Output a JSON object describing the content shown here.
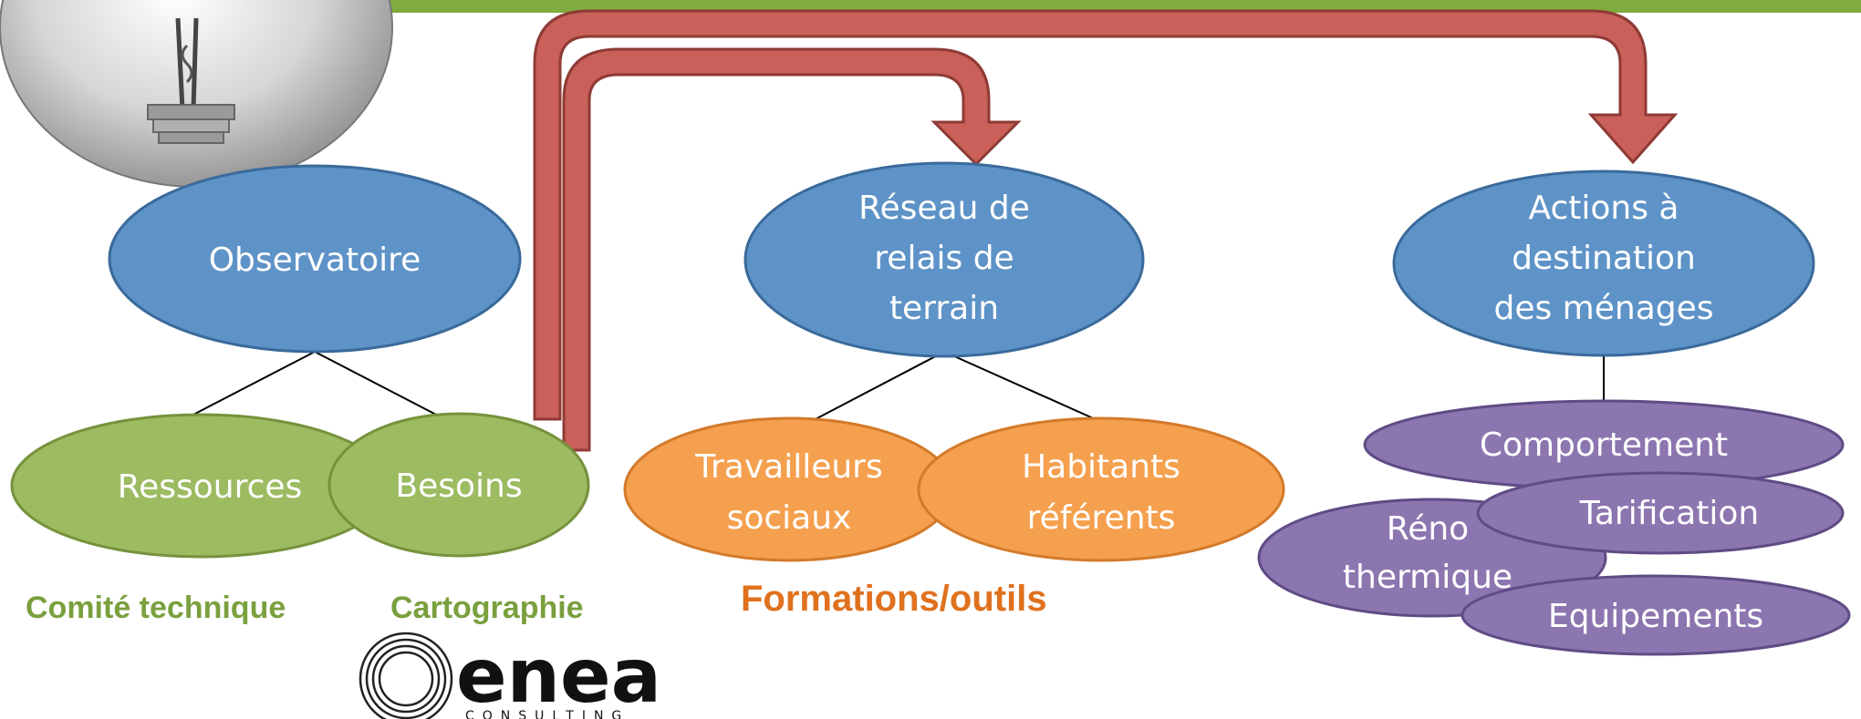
{
  "top_nodes": {
    "observatoire": "Observatoire",
    "reseau": [
      "Réseau de",
      "relais de",
      "terrain"
    ],
    "actions": [
      "Actions à",
      "destination",
      "des ménages"
    ]
  },
  "sub_nodes": {
    "ressources": "Ressources",
    "besoins": "Besoins",
    "travailleurs": [
      "Travailleurs",
      "sociaux"
    ],
    "habitants": [
      "Habitants",
      "référents"
    ],
    "comportement": "Comportement",
    "tarification": "Tarification",
    "reno": [
      "Réno",
      "thermique"
    ],
    "equipements": "Equipements"
  },
  "captions": {
    "comite": "Comité technique",
    "cartographie": "Cartographie",
    "formations": "Formations/outils"
  },
  "logo": {
    "name": "enea",
    "tagline": "CONSULTING"
  },
  "colors": {
    "blue": "#5e93c8",
    "blue_stroke": "#3a6a9a",
    "green": "#9dbb61",
    "green_stroke": "#76923c",
    "orange": "#f5a04e",
    "orange_stroke": "#d37a2a",
    "purple": "#8c76b0",
    "purple_stroke": "#5f4b85",
    "arrow": "#c9605a",
    "arrow_stroke": "#8f3a35",
    "caption_green": "#7aa03e",
    "caption_orange": "#e0711e",
    "top_bar": "#7fab3f"
  }
}
